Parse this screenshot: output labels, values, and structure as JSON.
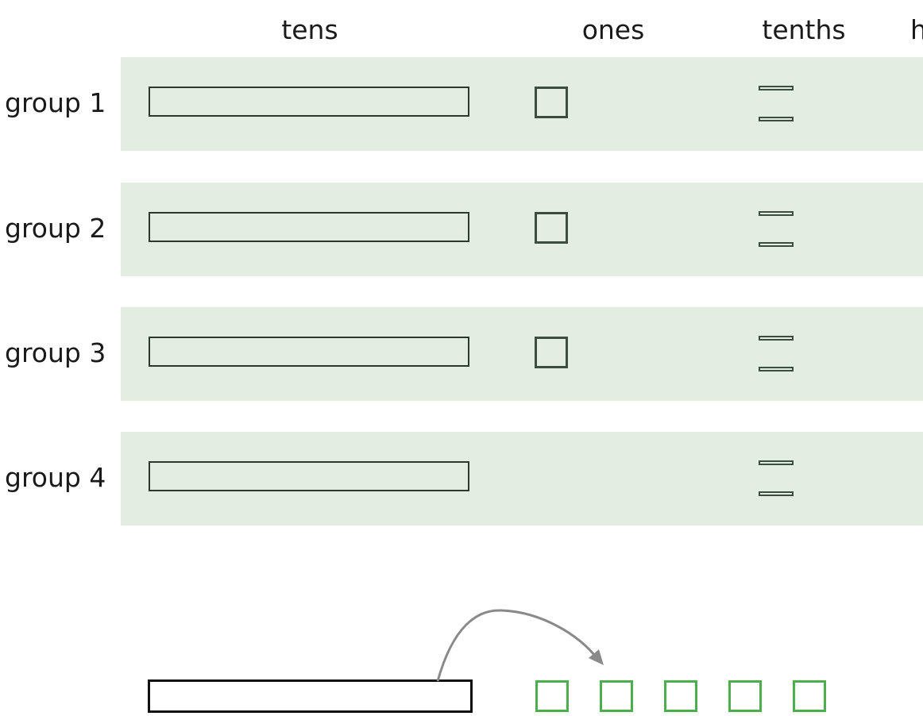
{
  "headers": {
    "tens": "tens",
    "ones": "ones",
    "tenths": "tenths",
    "hundredths_partial": "h"
  },
  "groups": [
    {
      "label": "group 1",
      "tens": 1,
      "ones": 1,
      "tenths": 2
    },
    {
      "label": "group 2",
      "tens": 1,
      "ones": 1,
      "tenths": 2
    },
    {
      "label": "group 3",
      "tens": 1,
      "ones": 1,
      "tenths": 2
    },
    {
      "label": "group 4",
      "tens": 1,
      "ones": 0,
      "tenths": 2
    }
  ],
  "conversion": {
    "tens": 1,
    "ones_shown": 5
  },
  "colors": {
    "row_background": "#e2eedf",
    "block_outline": "#2b3a2b",
    "converted_unit": "#4cae4c",
    "arrow": "#8a8a8a"
  }
}
